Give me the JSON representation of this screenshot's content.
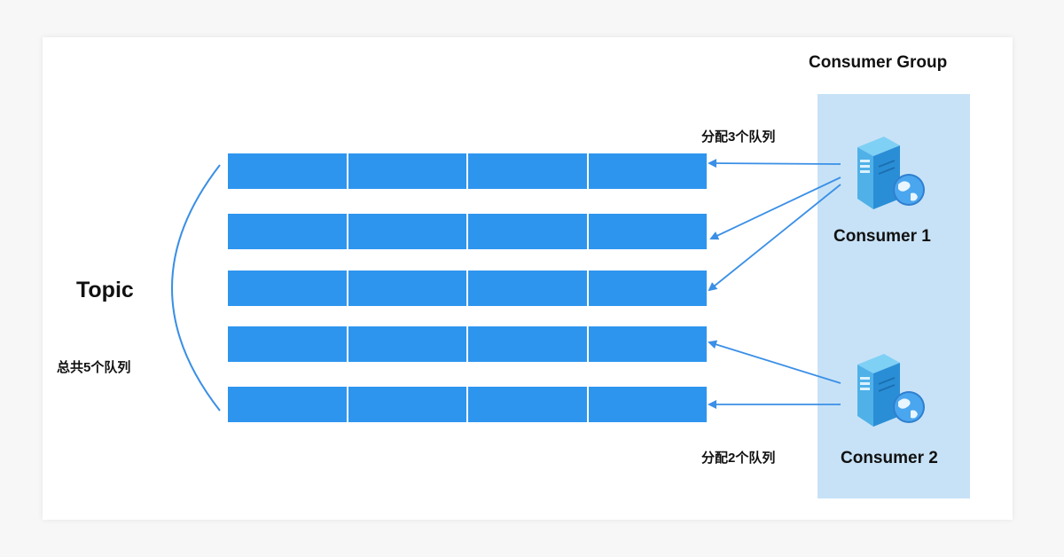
{
  "group_title": "Consumer Group",
  "topic": {
    "title": "Topic",
    "total_label": "总共5个队列",
    "queues": [
      {
        "segments": 4
      },
      {
        "segments": 4
      },
      {
        "segments": 4
      },
      {
        "segments": 4
      },
      {
        "segments": 4
      }
    ]
  },
  "consumers": [
    {
      "name": "Consumer 1",
      "assign_label": "分配3个队列",
      "icon": "server-globe-icon",
      "queue_indices": [
        0,
        1,
        2
      ]
    },
    {
      "name": "Consumer 2",
      "assign_label": "分配2个队列",
      "icon": "server-globe-icon",
      "queue_indices": [
        3,
        4
      ]
    }
  ],
  "colors": {
    "queue": "#2e95ef",
    "group_bg": "#c7e2f7",
    "arrow": "#3a8fe6"
  }
}
